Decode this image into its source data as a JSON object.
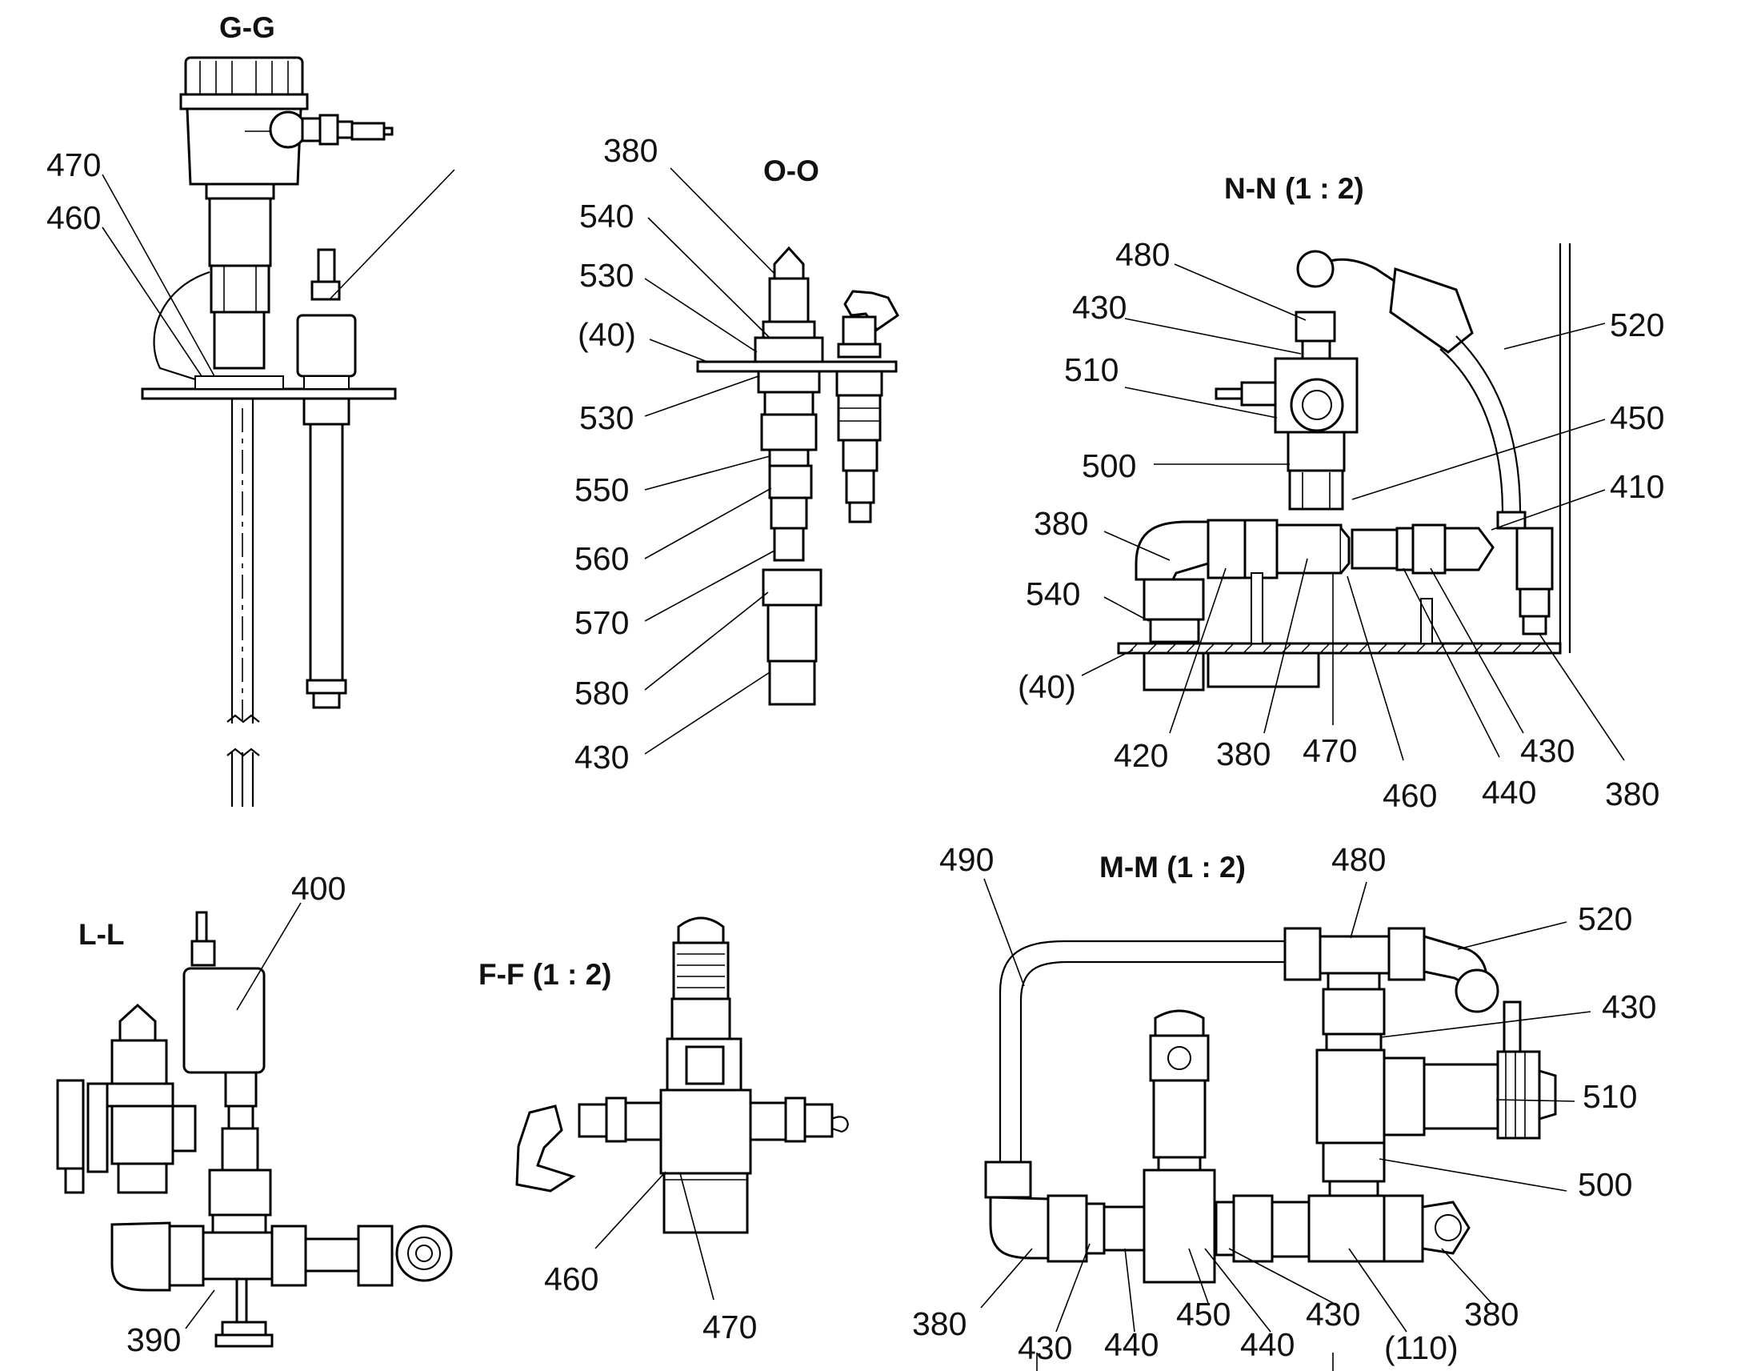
{
  "sections": {
    "gg": {
      "title": "G-G",
      "labels": [
        "470",
        "460"
      ]
    },
    "oo": {
      "title": "O-O",
      "labels": [
        "380",
        "540",
        "530",
        "(40)",
        "530",
        "550",
        "560",
        "570",
        "580",
        "430"
      ]
    },
    "nn": {
      "title": "N-N  (1 : 2)",
      "labels": [
        "480",
        "430",
        "520",
        "510",
        "450",
        "500",
        "410",
        "380",
        "540",
        "(40)",
        "420",
        "380",
        "470",
        "430",
        "460",
        "440",
        "380"
      ]
    },
    "ll": {
      "title": "L-L",
      "labels": [
        "400",
        "390"
      ]
    },
    "ff": {
      "title": "F-F  (1 : 2)",
      "labels": [
        "460",
        "470"
      ]
    },
    "mm": {
      "title": "M-M  (1 : 2)",
      "labels": [
        "490",
        "480",
        "520",
        "430",
        "510",
        "500",
        "380",
        "430",
        "440",
        "450",
        "440",
        "430",
        "(110)",
        "380"
      ]
    }
  }
}
